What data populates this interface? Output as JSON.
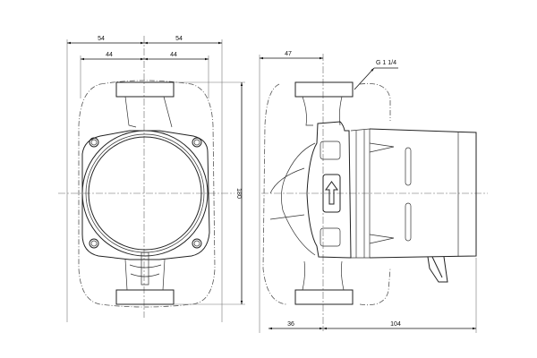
{
  "front_view": {
    "overall_width_left": "54",
    "overall_width_right": "54",
    "flange_width_left": "44",
    "flange_width_right": "44",
    "height": "180"
  },
  "side_view": {
    "flange_offset": "47",
    "thread_label": "G 1 1/4",
    "bottom_left": "36",
    "bottom_right": "104"
  }
}
